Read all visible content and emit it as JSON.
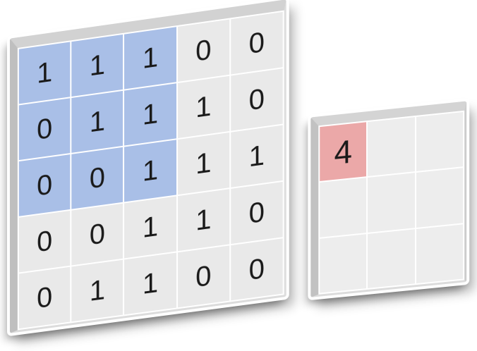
{
  "input_matrix": {
    "rows": 5,
    "cols": 5,
    "values": [
      [
        1,
        1,
        1,
        0,
        0
      ],
      [
        0,
        1,
        1,
        1,
        0
      ],
      [
        0,
        0,
        1,
        1,
        1
      ],
      [
        0,
        0,
        1,
        1,
        0
      ],
      [
        0,
        1,
        1,
        0,
        0
      ]
    ],
    "highlight": {
      "row_start": 0,
      "col_start": 0,
      "rows": 3,
      "cols": 3,
      "color": "#a9bfe7"
    },
    "cell_color": "#e9e9e9"
  },
  "output_matrix": {
    "rows": 3,
    "cols": 3,
    "values": [
      [
        "4",
        "",
        ""
      ],
      [
        "",
        "",
        ""
      ],
      [
        "",
        "",
        ""
      ]
    ],
    "highlight": {
      "row_start": 0,
      "col_start": 0,
      "rows": 1,
      "cols": 1,
      "color": "#eba8a8"
    },
    "cell_color": "#ededed"
  },
  "colors": {
    "background": "#ffffff",
    "grid_line": "#ffffff",
    "digit": "#1a1a1a",
    "edge_top": "#d2d2d2",
    "edge_left": "#bfbfbf",
    "highlight_blue": "#a9bfe7",
    "highlight_pink": "#eba8a8"
  }
}
